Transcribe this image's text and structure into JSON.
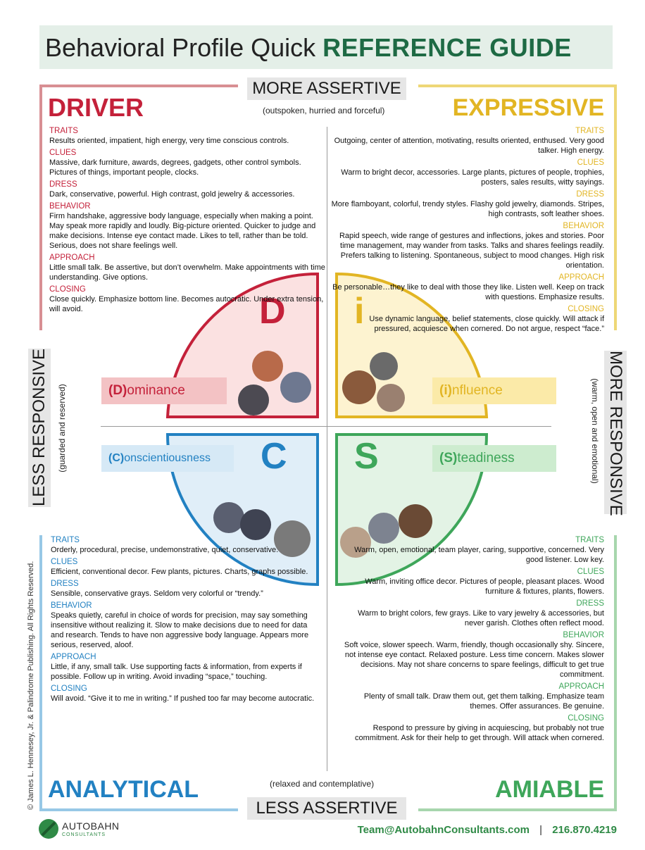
{
  "header": {
    "title_plain": "Behavioral Profile Quick ",
    "title_bold": "REFERENCE GUIDE"
  },
  "axes": {
    "top": "MORE ASSERTIVE",
    "top_sub": "(outspoken, hurried and forceful)",
    "bottom": "LESS ASSERTIVE",
    "bottom_sub": "(relaxed and contemplative)",
    "left": "LESS RESPONSIVE",
    "left_sub": "(guarded and reserved)",
    "right": "MORE RESPONSIVE",
    "right_sub": "(warm, open and emotional)"
  },
  "colors": {
    "driver": "#c4213a",
    "expressive": "#e2b523",
    "analytical": "#2281c2",
    "amiable": "#3ea65a",
    "title_green": "#1e6a44"
  },
  "quadrants": {
    "driver": {
      "name": "DRIVER",
      "letter": "D",
      "label_prefix": "(D)",
      "label_rest": "ominance",
      "sections": [
        {
          "heading": "TRAITS",
          "text": "Results oriented, impatient, high energy, very time conscious controls."
        },
        {
          "heading": "CLUES",
          "text": "Massive, dark furniture, awards, degrees, gadgets, other control symbols. Pictures of things, important people, clocks."
        },
        {
          "heading": "DRESS",
          "text": "Dark, conservative, powerful. High contrast, gold jewelry & accessories."
        },
        {
          "heading": "BEHAVIOR",
          "text": "Firm handshake, aggressive body language, especially when making a point. May speak more rapidly and loudly. Big-picture oriented. Quicker to judge and make decisions. Intense eye contact made. Likes to tell, rather than be told. Serious, does not share feelings well."
        },
        {
          "heading": "APPROACH",
          "text": "Little small talk. Be assertive, but don’t overwhelm. Make appointments with time understanding. Give options."
        },
        {
          "heading": "CLOSING",
          "text": "Close quickly. Emphasize bottom line. Becomes autocratic. Under extra tension, will avoid."
        }
      ]
    },
    "expressive": {
      "name": "EXPRESSIVE",
      "letter": "i",
      "label_prefix": "(i)",
      "label_rest": "nfluence",
      "sections": [
        {
          "heading": "TRAITS",
          "text": "Outgoing, center of attention, motivating, results oriented, enthused. Very good talker. High energy."
        },
        {
          "heading": "CLUES",
          "text": "Warm to bright decor, accessories. Large plants, pictures of people, trophies, posters, sales results, witty sayings."
        },
        {
          "heading": "DRESS",
          "text": "More flamboyant, colorful, trendy styles. Flashy gold jewelry, diamonds. Stripes, high contrasts, soft leather shoes."
        },
        {
          "heading": "BEHAVIOR",
          "text": "Rapid speech, wide range of gestures and inflections, jokes and stories. Poor time management, may wander from tasks. Talks and shares feelings readily. Prefers talking to listening. Spontaneous, subject to mood changes. High risk orientation."
        },
        {
          "heading": "APPROACH",
          "text": "Be personable…they like to deal with those they like. Listen well. Keep on track with questions. Emphasize results."
        },
        {
          "heading": "CLOSING",
          "text": "Use dynamic language, belief statements, close quickly. Will attack if pressured, acquiesce when cornered. Do not argue, respect “face.”"
        }
      ]
    },
    "analytical": {
      "name": "ANALYTICAL",
      "letter": "C",
      "label_prefix": "(C)",
      "label_rest": "onscientiousness",
      "sections": [
        {
          "heading": "TRAITS",
          "text": "Orderly, procedural, precise, undemonstrative, quiet, conservative."
        },
        {
          "heading": "CLUES",
          "text": "Efficient, conventional decor. Few plants, pictures. Charts, graphs possible."
        },
        {
          "heading": "DRESS",
          "text": "Sensible, conservative grays. Seldom very colorful or “trendy.”"
        },
        {
          "heading": "BEHAVIOR",
          "text": "Speaks quietly, careful in choice of words for precision, may say something insensitive without realizing it. Slow to make decisions due to need for data and research. Tends to have non aggressive body language. Appears more serious, reserved, aloof."
        },
        {
          "heading": "APPROACH",
          "text": "Little, if any, small talk. Use supporting facts & information, from experts if possible. Follow up in writing. Avoid invading “space,” touching."
        },
        {
          "heading": "CLOSING",
          "text": "Will avoid. “Give it to me in writing.” If pushed too far may become autocratic."
        }
      ]
    },
    "amiable": {
      "name": "AMIABLE",
      "letter": "S",
      "label_prefix": "(S)",
      "label_rest": "teadiness",
      "sections": [
        {
          "heading": "TRAITS",
          "text": "Warm, open, emotional, team player, caring, supportive, concerned. Very good listener. Low key."
        },
        {
          "heading": "CLUES",
          "text": "Warm, inviting office decor. Pictures of people, pleasant places. Wood furniture & fixtures, plants, flowers."
        },
        {
          "heading": "DRESS",
          "text": "Warm to bright colors, few grays. Like to vary jewelry & accessories, but never garish. Clothes often reflect mood."
        },
        {
          "heading": "BEHAVIOR",
          "text": "Soft voice, slower speech. Warm, friendly, though occasionally shy. Sincere, not intense eye contact. Relaxed posture. Less time concern. Makes slower decisions. May not share concerns to spare feelings, difficult to get true commitment."
        },
        {
          "heading": "APPROACH",
          "text": "Plenty of small talk. Draw them out, get them talking. Emphasize team themes. Offer assurances. Be genuine."
        },
        {
          "heading": "CLOSING",
          "text": "Respond to pressure by giving in acquiescing, but probably not true commitment. Ask for their help to get through. Will attack when cornered."
        }
      ]
    }
  },
  "footer": {
    "copyright": "© James L. Hennesey, Jr. & Palindrome Publishing. All Rights Reserved.",
    "logo_name": "AUTOBAHN",
    "logo_sub": "CONSULTANTS",
    "email": "Team@AutobahnConsultants.com",
    "separator": "|",
    "phone": "216.870.4219"
  }
}
